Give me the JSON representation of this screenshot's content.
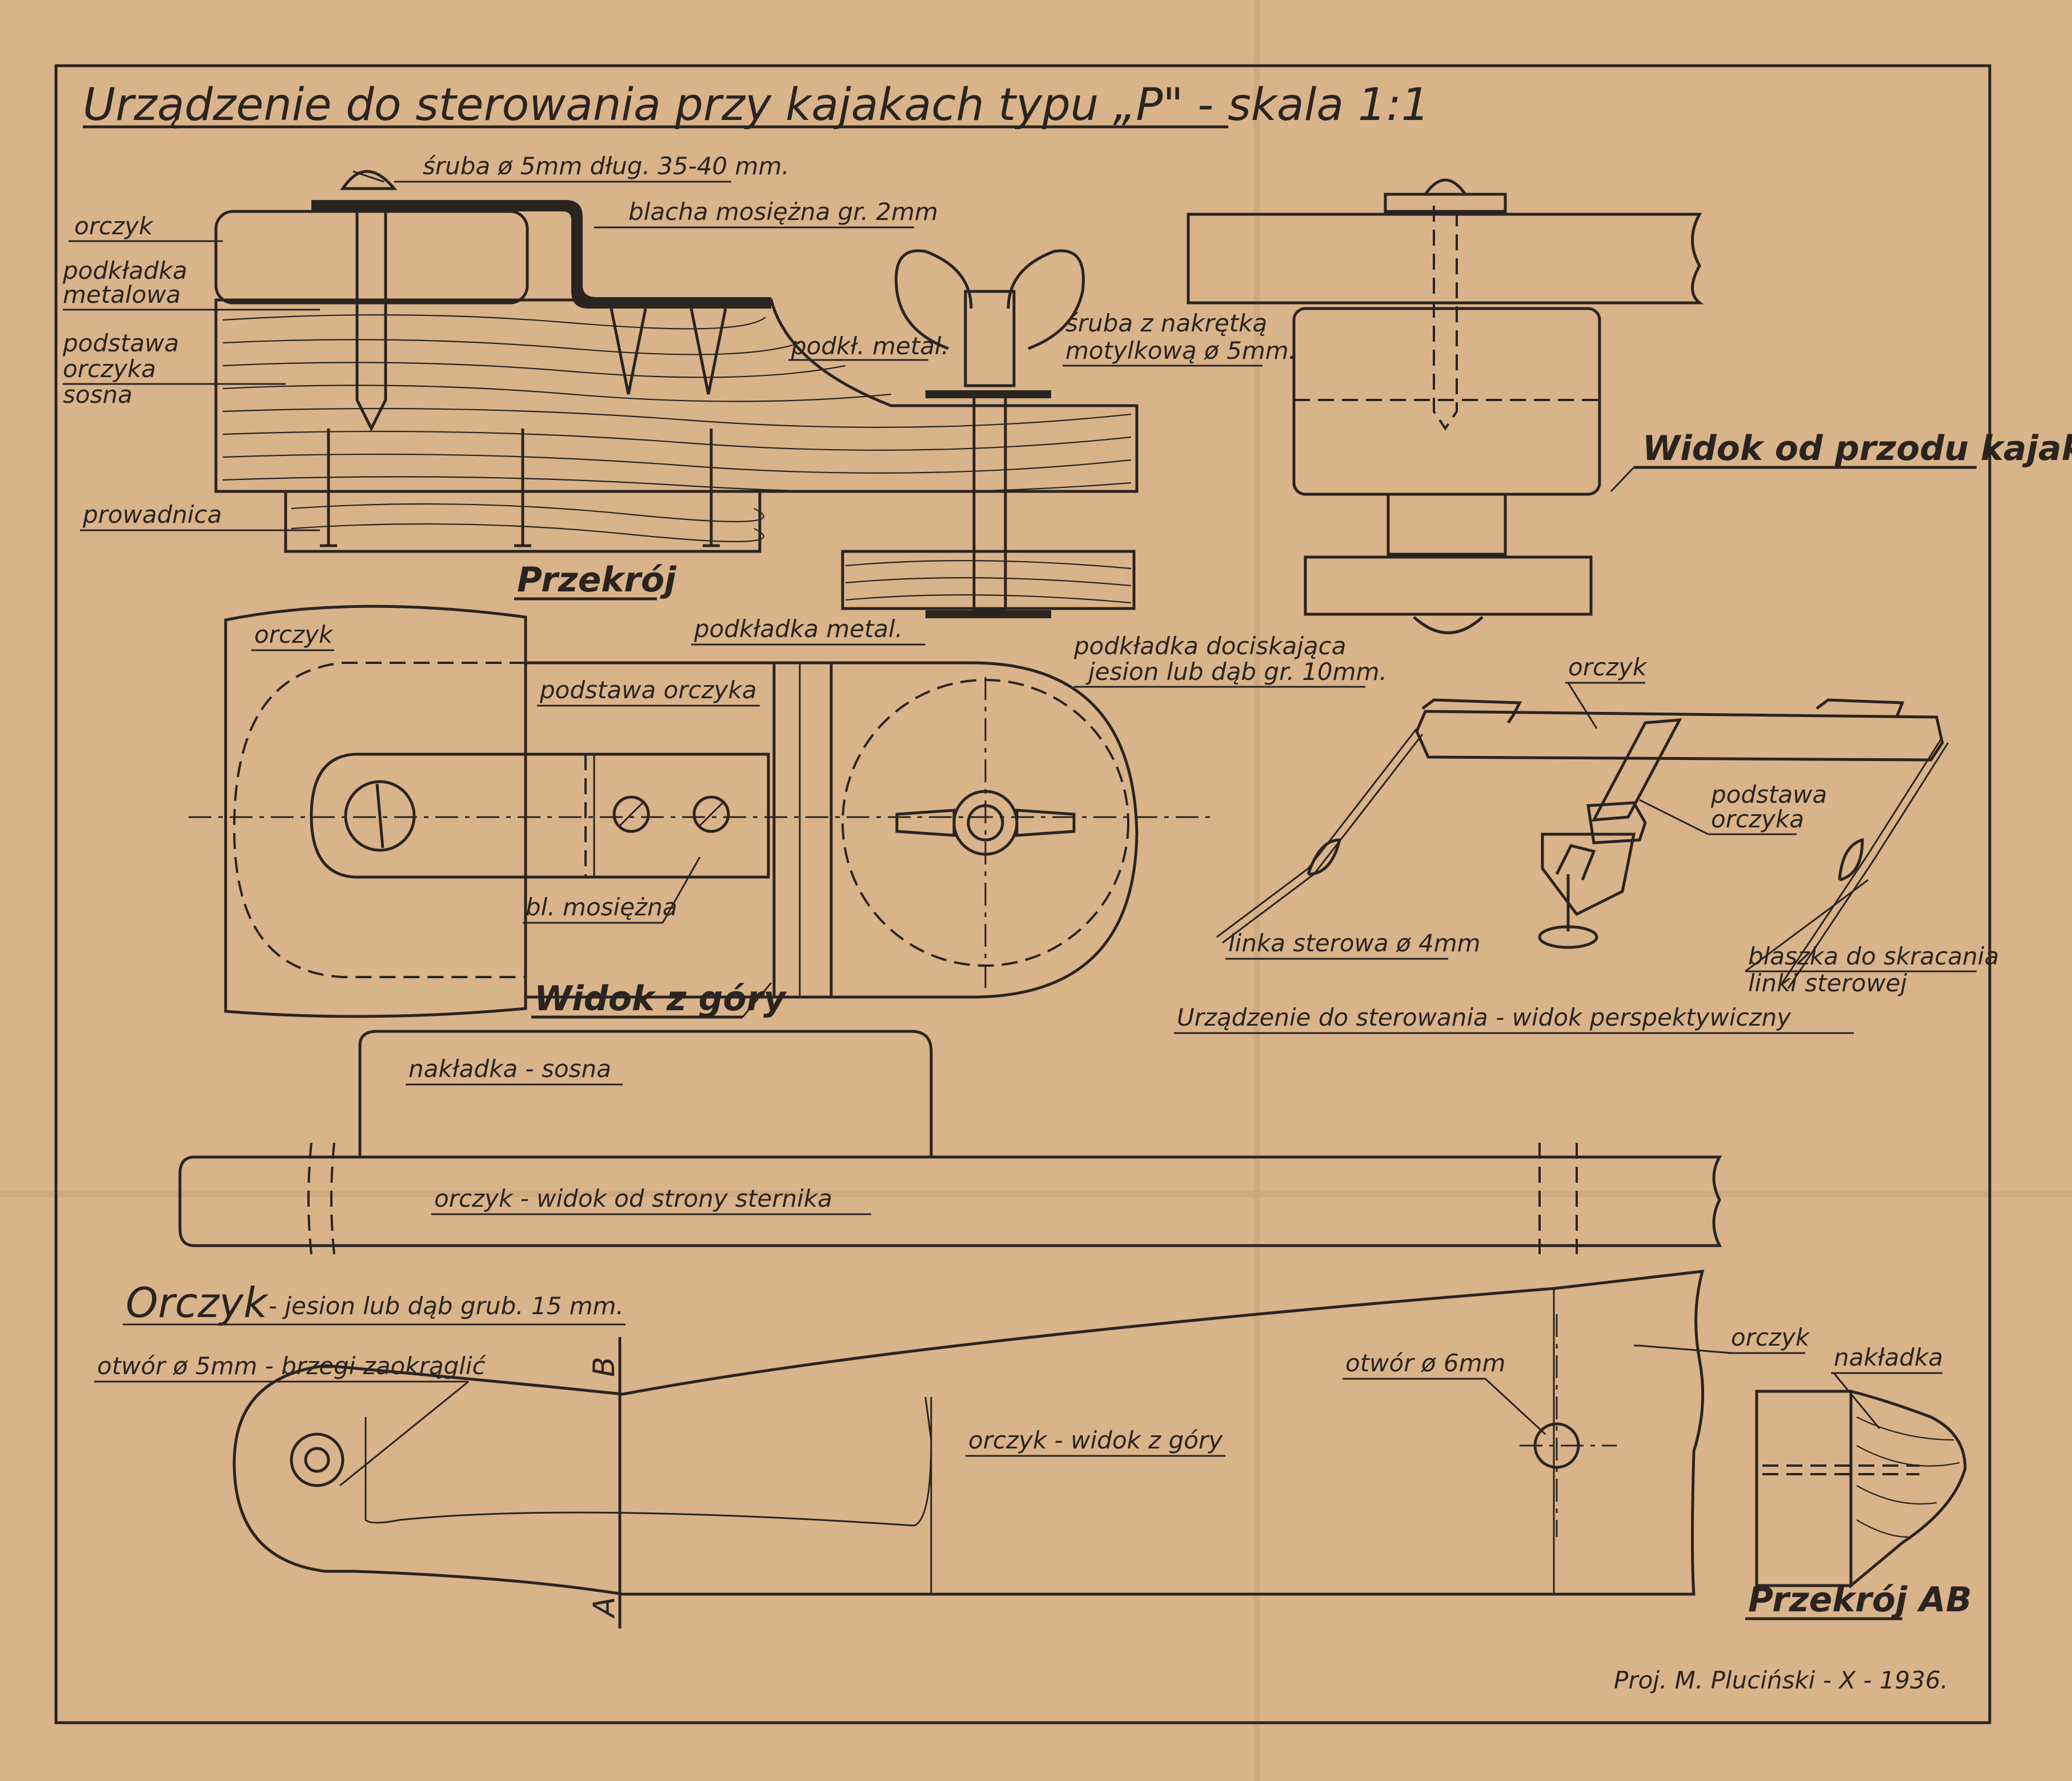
{
  "title": "Urządzenie do sterowania przy kajakach typu „P\" - skala 1:1",
  "labels": {
    "sruba": "śruba ø 5mm dług. 35-40 mm.",
    "blacha": "blacha mosiężna gr. 2mm",
    "orczyk1": "orczyk",
    "podkladka_metalowa_1": "podkładka",
    "podkladka_metalowa_2": "metalowa",
    "podstawa_1": "podstawa",
    "podstawa_2": "orczyka",
    "podstawa_3": "sosna",
    "prowadnica": "prowadnica",
    "przekroj": "Przekrój",
    "podkl_metal": "podkł. metal.",
    "sruba_nakretka_1": "śruba z nakrętką",
    "sruba_nakretka_2": "motylkową ø 5mm.",
    "widok_przodu": "Widok od przodu kajaka",
    "podkladka_metal": "podkładka metal.",
    "dociskajaca_1": "podkładka dociskająca",
    "dociskajaca_2": "jesion lub dąb gr. 10mm.",
    "orczyk_top": "orczyk",
    "podstawa_orczyka": "podstawa orczyka",
    "bl_mosiezna": "bl. mosiężna",
    "widok_z_gory": "Widok z góry",
    "persp_orczyk": "orczyk",
    "persp_podstawa_1": "podstawa",
    "persp_podstawa_2": "orczyka",
    "linka": "linka sterowa ø 4mm",
    "blaszka_1": "blaszka do skracania",
    "blaszka_2": "linki sterowej",
    "persp_title": "Urządzenie do sterowania - widok perspektywiczny",
    "nakladka_sosna": "nakładka - sosna",
    "orczyk_sternika": "orczyk - widok od strony sternika",
    "orczyk_title_big": "Orczyk",
    "orczyk_title_rest": "- jesion lub dąb grub. 15 mm.",
    "otwor5": "otwór ø 5mm - brzegi zaokrąglić",
    "mark_b": "B",
    "mark_a": "A",
    "orczyk_widok_gory": "orczyk - widok z góry",
    "otwor6": "otwór ø 6mm",
    "orczyk_side": "orczyk",
    "nakladka": "nakładka",
    "przekroj_ab": "Przekrój AB",
    "signature": "Proj. M. Pluciński - X - 1936."
  }
}
